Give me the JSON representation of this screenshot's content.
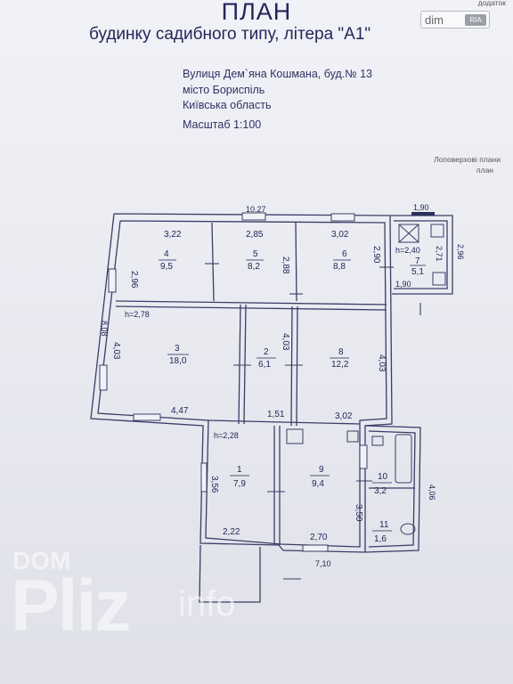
{
  "header": {
    "title": "ПЛАН",
    "subtitle": "будинку садибного типу, літера \"А1\"",
    "street": "Вулиця Дем`яна Кошмана,  буд.№ 13",
    "city": "місто Бориспіль",
    "region": "Київська область",
    "scale": "Масштаб 1:100",
    "corner_note_1": "додаток",
    "corner_note_2": "Лоповерхові плани",
    "corner_note_3": "план"
  },
  "logo": {
    "dim": "dim",
    "ria": "RIA"
  },
  "plan": {
    "dims": {
      "top_total": "10,27",
      "small_top": "1,90",
      "left_total": "8,08",
      "right_small": "2,96",
      "bottom_total": "7,10",
      "right_lower": "4,06"
    },
    "rooms": [
      {
        "num": "4",
        "area": "9,5",
        "w": "3,22",
        "h": "2,96"
      },
      {
        "num": "5",
        "area": "8,2",
        "w": "2,85",
        "h": "2,88"
      },
      {
        "num": "6",
        "area": "8,8",
        "w": "3,02",
        "h": "2,90"
      },
      {
        "num": "7",
        "area": "5,1",
        "w": "1,90",
        "h": "2,71",
        "height": "h=2,40"
      },
      {
        "num": "3",
        "area": "18,0",
        "w": "4,47",
        "h": "4,03",
        "height": "h=2,78"
      },
      {
        "num": "2",
        "area": "6,1",
        "w": "1,51",
        "h": "4,03"
      },
      {
        "num": "8",
        "area": "12,2",
        "w": "3,02",
        "h": "4,03"
      },
      {
        "num": "1",
        "area": "7,9",
        "w": "2,22",
        "h": "3,56",
        "height": "h=2,28"
      },
      {
        "num": "9",
        "area": "9,4",
        "w": "2,70",
        "h": "3,50"
      },
      {
        "num": "10",
        "area": "3,2"
      },
      {
        "num": "11",
        "area": "1,6"
      }
    ]
  },
  "watermark": {
    "dom": "DOM",
    "pliz": "Pliz",
    "info": "info"
  }
}
